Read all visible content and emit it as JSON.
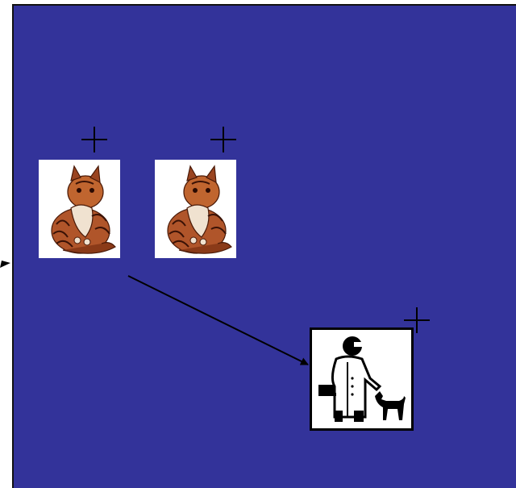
{
  "colors": {
    "background": "#33339a",
    "page": "#ffffff",
    "line": "#000000"
  },
  "nodes": [
    {
      "id": "cat-1",
      "icon": "tabby-cat-illustration"
    },
    {
      "id": "cat-2",
      "icon": "tabby-cat-illustration"
    },
    {
      "id": "vet",
      "icon": "veterinarian-with-dog-icon"
    }
  ],
  "edges": [
    {
      "from": "cat-1",
      "to": "vet",
      "style": "arrow"
    }
  ]
}
